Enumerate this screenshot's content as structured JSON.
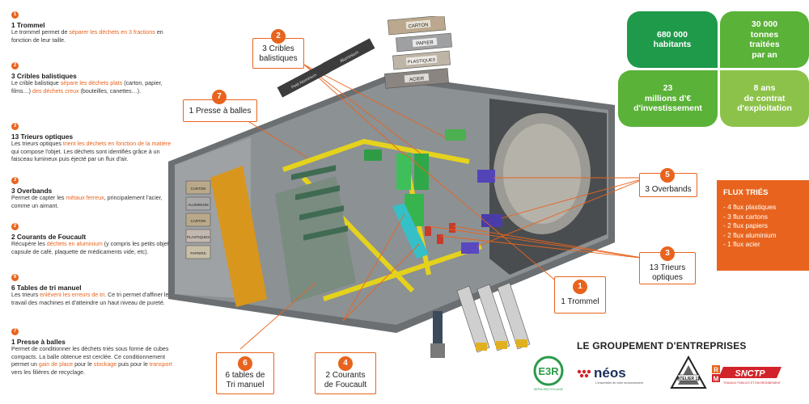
{
  "legend": [
    {
      "num": "1",
      "title": "1 Trommel",
      "desc": [
        [
          "Le trommel permet de ",
          false
        ],
        [
          "séparer les déchets en 3 fractions",
          true
        ],
        [
          " en fonction de leur taille.",
          false
        ]
      ]
    },
    {
      "num": "2",
      "title": "3 Cribles balistiques",
      "desc": [
        [
          "Le crible balistique ",
          false
        ],
        [
          "sépare les déchets plats",
          true
        ],
        [
          " (carton, papier, films…) ",
          false
        ],
        [
          "des déchets creux",
          true
        ],
        [
          " (bouteilles, canettes…).",
          false
        ]
      ]
    },
    {
      "num": "3",
      "title": "13 Trieurs optiques",
      "desc": [
        [
          "Les trieurs optiques ",
          false
        ],
        [
          "trient les déchets en fonction de la matière",
          true
        ],
        [
          " qui compose l'objet. Les déchets sont identifiés grâce à un faisceau lumineux puis éjecté par un flux d'air.",
          false
        ]
      ]
    },
    {
      "num": "3",
      "title": "3 Overbands",
      "desc": [
        [
          "Permet de capter les ",
          false
        ],
        [
          "métaux ferreux",
          true
        ],
        [
          ", principalement l'acier, comme un aimant.",
          false
        ]
      ]
    },
    {
      "num": "2",
      "title": "2 Courants de Foucault",
      "desc": [
        [
          "Récupère les ",
          false
        ],
        [
          "déchets en aluminium",
          true
        ],
        [
          " (y compris les petits objets : capsule de café, plaquette de médicaments vide, etc).",
          false
        ]
      ]
    },
    {
      "num": "6",
      "title": "6 Tables de tri manuel",
      "desc": [
        [
          "Les trieurs ",
          false
        ],
        [
          "enlèvent les erreurs de tri",
          true
        ],
        [
          ". Ce tri permet d'affiner le travail des machines et d'atteindre un haut niveau de pureté.",
          false
        ]
      ]
    },
    {
      "num": "7",
      "title": "1 Presse à balles",
      "desc": [
        [
          "Permet de conditionner les déchets triés sous forme de cubes compacts. La balle obtenue est cerclée. Ce conditionnement permet un ",
          false
        ],
        [
          "gain de place",
          true
        ],
        [
          " pour le ",
          false
        ],
        [
          "stockage",
          true
        ],
        [
          " puis pour le ",
          false
        ],
        [
          "transport",
          true
        ],
        [
          " vers les filières de recyclage.",
          false
        ]
      ]
    }
  ],
  "callouts": {
    "c1": {
      "num": "1",
      "text": "1 Trommel"
    },
    "c2": {
      "num": "2",
      "line1": "3 Cribles",
      "line2": "balistiques"
    },
    "c3": {
      "num": "3",
      "line1": "13 Trieurs",
      "line2": "optiques"
    },
    "c4": {
      "num": "4",
      "line1": "2 Courants",
      "line2": "de Foucault"
    },
    "c5": {
      "num": "5",
      "text": "3 Overbands"
    },
    "c6": {
      "num": "6",
      "line1": "6 tables de",
      "line2": "Tri manuel"
    },
    "c7": {
      "num": "7",
      "text": "1 Presse à balles"
    }
  },
  "bale_labels": {
    "carton": "CARTON",
    "papier": "PAPIER",
    "plastiques": "PLASTIQUES",
    "acier": "ACIER",
    "aluminium": "Aluminium",
    "petit_aluminium": "Petit Aluminium",
    "inner": [
      "CARTON",
      "ALUMINIUM",
      "CARTON",
      "PLASTIQUES",
      "PAPIERS"
    ]
  },
  "stats": [
    {
      "line1": "680 000",
      "line2": "habitants",
      "line3": "",
      "color": "#1f9a4a"
    },
    {
      "line1": "30 000",
      "line2": "tonnes",
      "line3": "traitées",
      "line4": "par an",
      "color": "#5ab238"
    },
    {
      "line1": "23",
      "line2": "millions d'€",
      "line3": "d'investissement",
      "color": "#5ab238"
    },
    {
      "line1": "8 ans",
      "line2": "de contrat",
      "line3": "d'exploitation",
      "color": "#8cc24a"
    }
  ],
  "flux": {
    "title": "FLUX TRIÉS",
    "items": [
      "- 4 flux plastiques",
      "- 3 flux cartons",
      "- 2 flux papiers",
      "- 2 flux aluminium",
      "- 1 flux acier"
    ]
  },
  "group": {
    "title": "LE GROUPEMENT D'ENTREPRISES",
    "logos": {
      "e3r": "E3R",
      "e3r_sub": "SERA RECYCLAGE",
      "neos": "néos",
      "neos_sub": "L'ensemblier de votre environnement",
      "atelier": "ATELIER 11",
      "sncf_r": "R",
      "sncf_m": "M",
      "sncf": "SNCTP",
      "sncf_sub": "TRAVAUX PUBLICS ET ENVIRONNEMENT"
    }
  },
  "colors": {
    "accent": "#e8641e",
    "dark_green": "#1f9a4a",
    "green": "#5ab238",
    "light_green": "#8cc24a"
  }
}
